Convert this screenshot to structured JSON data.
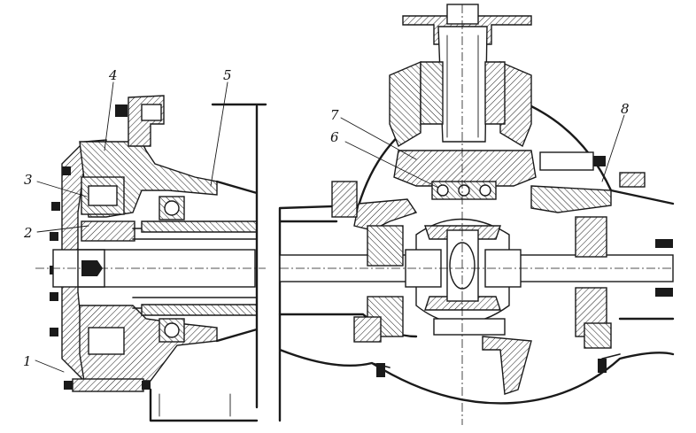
{
  "callouts": [
    {
      "id": "1",
      "label": "1"
    },
    {
      "id": "2",
      "label": "2"
    },
    {
      "id": "3",
      "label": "3"
    },
    {
      "id": "4",
      "label": "4"
    },
    {
      "id": "5",
      "label": "5"
    },
    {
      "id": "6",
      "label": "6"
    },
    {
      "id": "7",
      "label": "7"
    },
    {
      "id": "8",
      "label": "8"
    }
  ],
  "colors": {
    "ink": "#1a1a1a",
    "paper": "#ffffff"
  }
}
